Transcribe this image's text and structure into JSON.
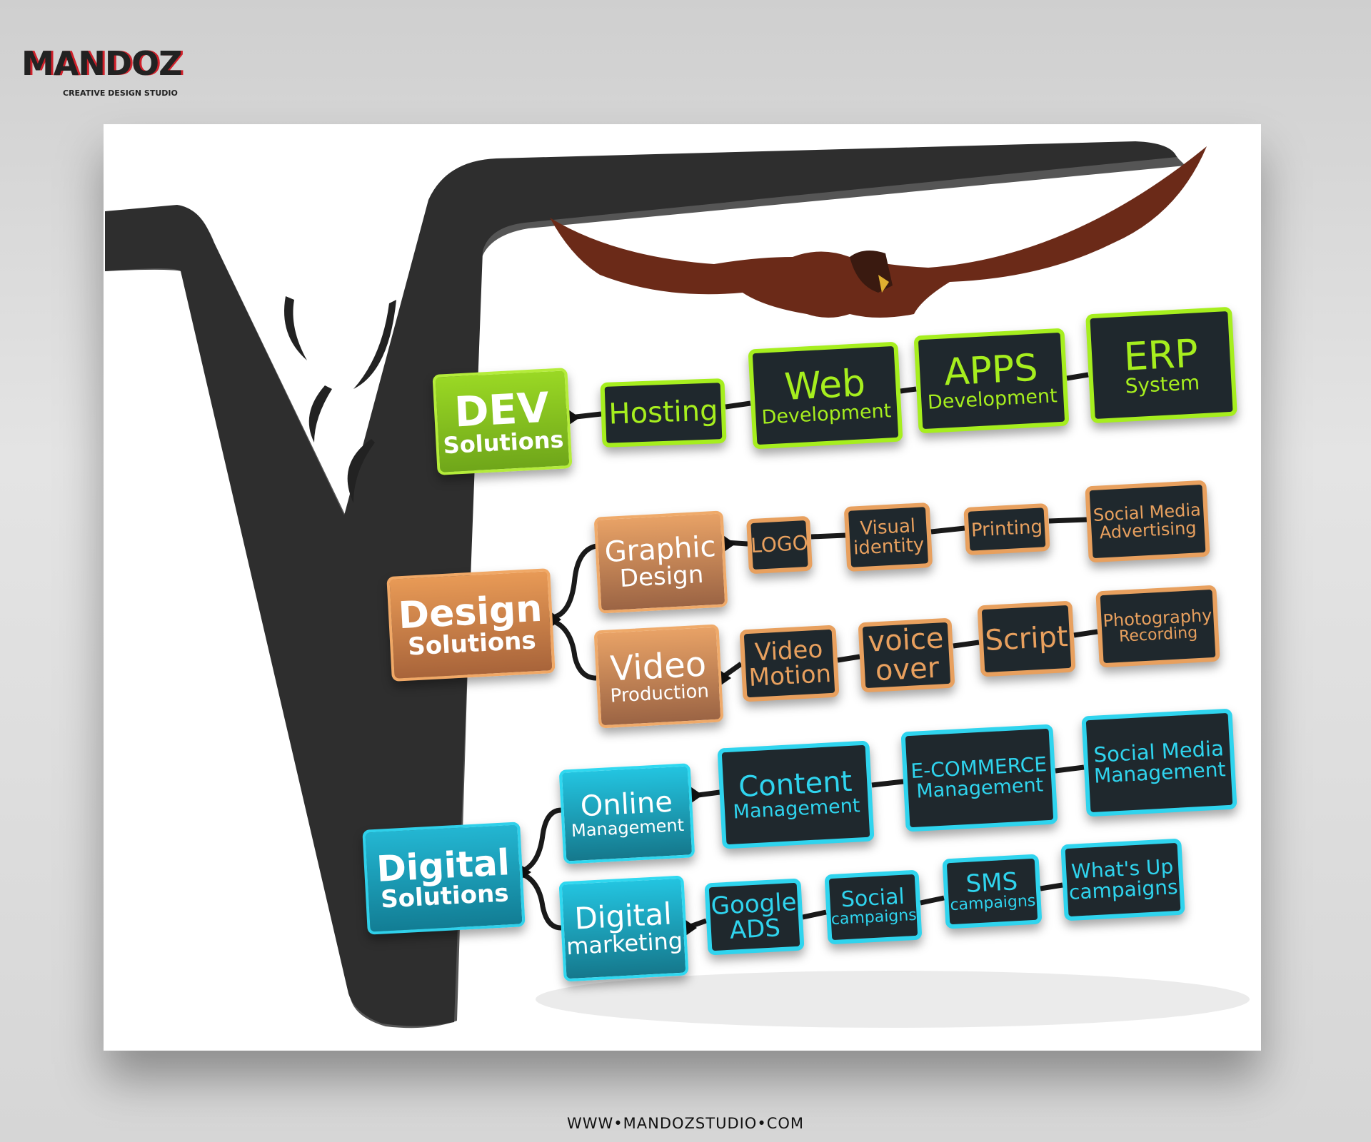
{
  "brand": {
    "name": "MANDOZ",
    "tagline": "CREATIVE DESIGN STUDIO",
    "accent": "#d0202a"
  },
  "footer": {
    "url": "WWW•MANDOZSTUDIO•COM"
  },
  "colors": {
    "dev": "#a6ee1e",
    "design": "#e0944e",
    "digital": "#1cd0ea",
    "frame": "#333333",
    "eagle": "#6b2a18"
  },
  "sections": {
    "dev": {
      "title": "DEV",
      "subtitle": "Solutions",
      "items": [
        {
          "title": "Hosting",
          "subtitle": ""
        },
        {
          "title": "Web",
          "subtitle": "Development"
        },
        {
          "title": "APPS",
          "subtitle": "Development"
        },
        {
          "title": "ERP",
          "subtitle": "System"
        }
      ]
    },
    "design": {
      "title": "Design",
      "subtitle": "Solutions",
      "graphic": {
        "title": "Graphic",
        "subtitle": "Design"
      },
      "video": {
        "title": "Video",
        "subtitle": "Production"
      },
      "graphic_items": [
        {
          "title": "LOGO",
          "subtitle": ""
        },
        {
          "title": "Visual",
          "subtitle": "identity"
        },
        {
          "title": "Printing",
          "subtitle": ""
        },
        {
          "title": "Social Media",
          "subtitle": "Advertising"
        }
      ],
      "video_items": [
        {
          "title": "Video",
          "subtitle": "Motion"
        },
        {
          "title": "voice",
          "subtitle": "over"
        },
        {
          "title": "Script",
          "subtitle": ""
        },
        {
          "title": "Photography",
          "subtitle": "Recording"
        }
      ]
    },
    "digital": {
      "title": "Digital",
      "subtitle": "Solutions",
      "online": {
        "title": "Online",
        "subtitle": "Management"
      },
      "marketing": {
        "title": "Digital",
        "subtitle": "marketing"
      },
      "online_items": [
        {
          "title": "Content",
          "subtitle": "Management"
        },
        {
          "title": "E-COMMERCE",
          "subtitle": "Management"
        },
        {
          "title": "Social Media",
          "subtitle": "Management"
        }
      ],
      "marketing_items": [
        {
          "title": "Google",
          "subtitle": "ADS"
        },
        {
          "title": "Social",
          "subtitle": "campaigns"
        },
        {
          "title": "SMS",
          "subtitle": "campaigns"
        },
        {
          "title": "What's Up",
          "subtitle": "campaigns"
        }
      ]
    }
  }
}
